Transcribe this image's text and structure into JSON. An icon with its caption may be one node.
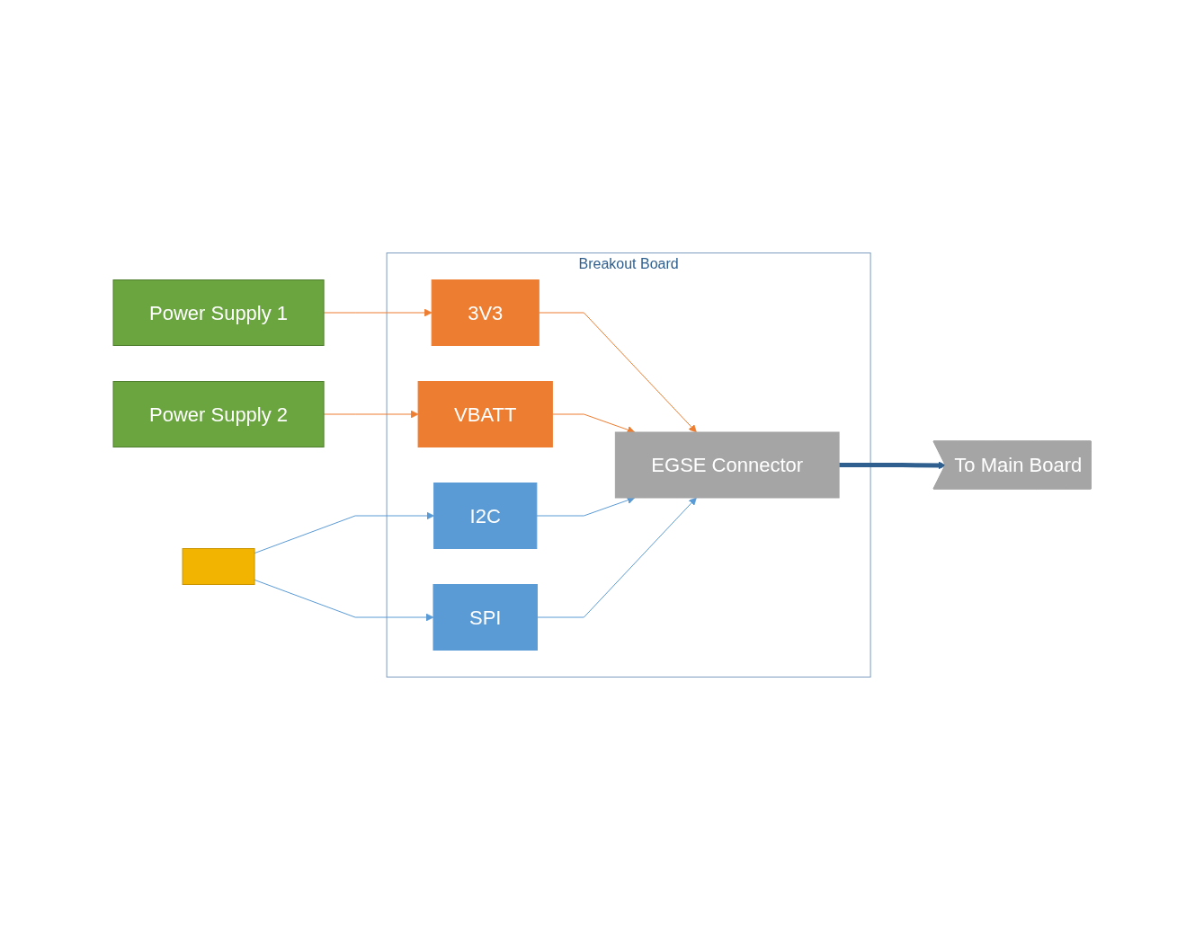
{
  "diagram": {
    "nodes": [
      {
        "text": [
          "Breakout Board"
        ]
      },
      {
        "text": [
          "Power Supply 1"
        ]
      },
      {
        "text": [
          "Power Supply 2"
        ]
      },
      {
        "text": [],
        "shape": "box"
      },
      {
        "text": [
          "3V3"
        ],
        "in": 0
      },
      {
        "text": [
          "VBATT"
        ],
        "in": 0
      },
      {
        "text": [
          "I2C"
        ],
        "in": 0
      },
      {
        "text": [
          "SPI"
        ],
        "in": 0
      },
      {
        "text": [
          "EGSE Connector"
        ],
        "in": 0
      },
      {
        "text": [
          "To Main Board"
        ]
      }
    ],
    "edges": [
      {
        "from": 1,
        "to": 4,
        "arrow": "to",
        "color": "#ed7d31"
      },
      {
        "from": 2,
        "to": 5,
        "arrow": "to",
        "color": "#ed7d31"
      },
      {
        "from": 4,
        "to": 8,
        "arrow": "to",
        "color": "#ed7d31"
      },
      {
        "from": 5,
        "to": 8,
        "arrow": "to",
        "color": "#ed7d31"
      },
      {
        "from": 3,
        "to": 6,
        "arrow": "to",
        "color": "#5b9bd5"
      },
      {
        "from": 3,
        "to": 7,
        "arrow": "to",
        "color": "#5b9bd5"
      },
      {
        "from": 6,
        "to": 8,
        "arrow": "to",
        "color": "#5b9bd5"
      },
      {
        "from": 7,
        "to": 8,
        "arrow": "to",
        "color": "#5b9bd5"
      },
      {
        "from": 8,
        "to": 9,
        "arrow": "to",
        "style": "thick",
        "color": "#2e5f8f"
      }
    ]
  }
}
